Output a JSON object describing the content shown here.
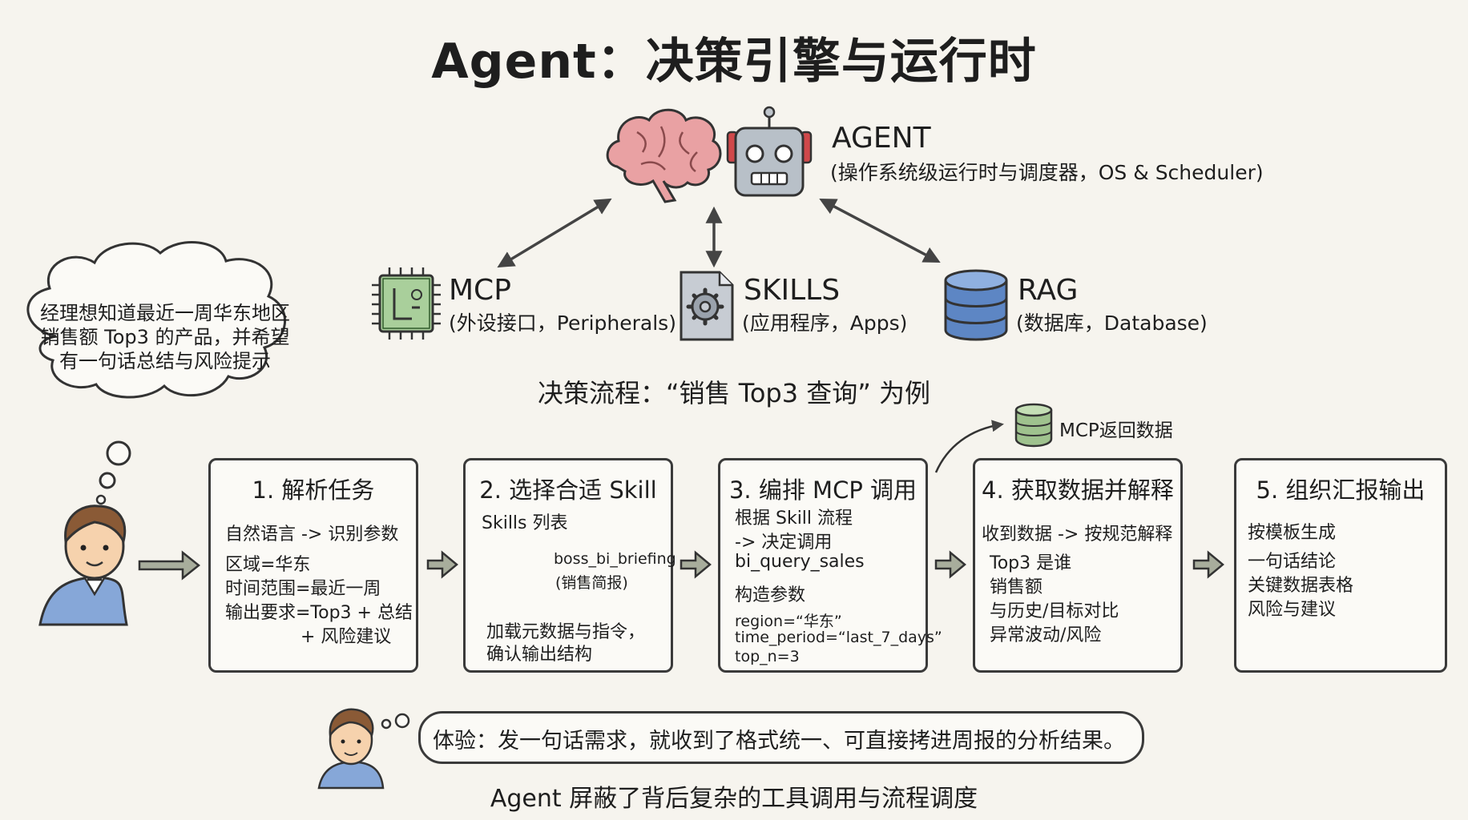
{
  "title": "Agent：决策引擎与运行时",
  "agent": {
    "name": "AGENT",
    "desc": "(操作系统级运行时与调度器，OS & Scheduler)"
  },
  "components": [
    {
      "name": "MCP",
      "desc": "(外设接口，Peripherals)",
      "icon": "chip-icon"
    },
    {
      "name": "SKILLS",
      "desc": "(应用程序，Apps)",
      "icon": "gear-document-icon"
    },
    {
      "name": "RAG",
      "desc": "(数据库，Database)",
      "icon": "database-icon"
    }
  ],
  "thought": {
    "text": "经理想知道最近一周华东地区销售额 Top3 的产品，并希望有一句话总结与风险提示"
  },
  "flow_title": "决策流程：“销售 Top3 查询” 为例",
  "mcp_return": "MCP返回数据",
  "steps": [
    {
      "title": "1. 解析任务",
      "lines": [
        "自然语言 -> 识别参数",
        "区域=华东",
        "时间范围=最近一周",
        "输出要求=Top3 + 总结",
        "+ 风险建议"
      ]
    },
    {
      "title": "2. 选择合适 Skill",
      "list_label": "Skills 列表",
      "skill_name": "boss_bi_briefing",
      "skill_desc": "(销售简报)",
      "lines": [
        "加载元数据与指令，",
        "确认输出结构"
      ]
    },
    {
      "title": "3. 编排 MCP 调用",
      "lines": [
        "根据 Skill 流程",
        "-> 决定调用",
        "bi_query_sales",
        "构造参数"
      ],
      "params": [
        "region=“华东”",
        "time_period=“last_7_days”",
        "top_n=3"
      ]
    },
    {
      "title": "4. 获取数据并解释",
      "lines": [
        "收到数据 -> 按规范解释",
        "Top3 是谁",
        "销售额",
        "与历史/目标对比",
        "异常波动/风险"
      ]
    },
    {
      "title": "5. 组织汇报输出",
      "lines": [
        "按模板生成",
        "一句话结论",
        "关键数据表格",
        "风险与建议"
      ]
    }
  ],
  "experience": "体验：发一句话需求，就收到了格式统一、可直接拷进周报的分析结果。",
  "footer": "Agent 屏蔽了背后复杂的工具调用与流程调度"
}
